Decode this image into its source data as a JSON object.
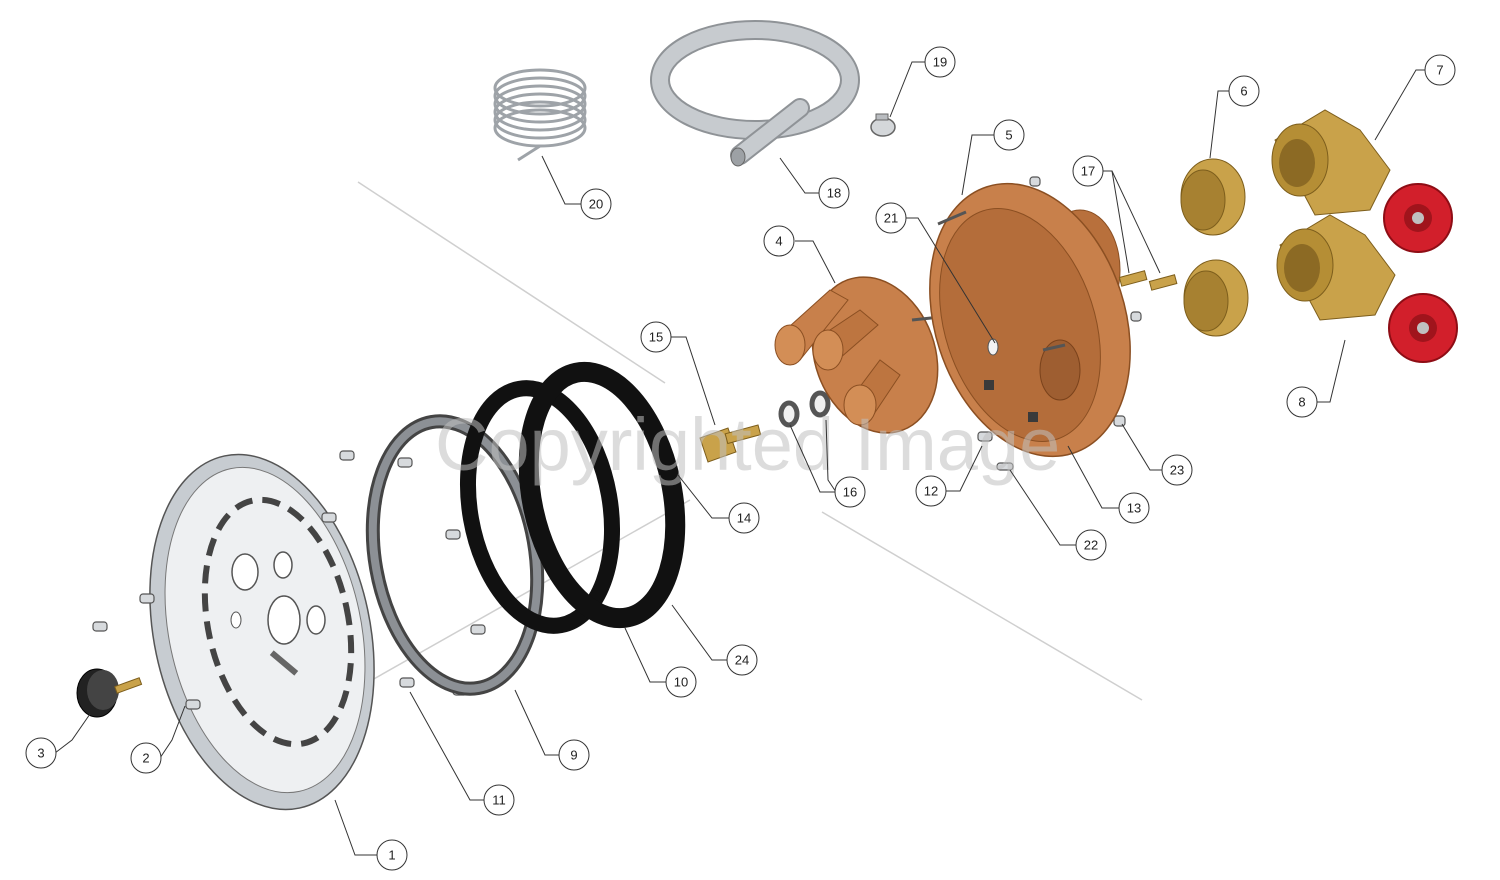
{
  "watermark": "Copyrighted Image",
  "callouts": [
    "1",
    "2",
    "3",
    "4",
    "5",
    "6",
    "7",
    "8",
    "9",
    "10",
    "11",
    "12",
    "13",
    "14",
    "15",
    "16",
    "17",
    "18",
    "19",
    "20",
    "21",
    "22",
    "23",
    "24"
  ],
  "colors": {
    "copper": "#c8804b",
    "copper_dark": "#9a5a2c",
    "brass": "#c9a24a",
    "brass_dark": "#8c6a24",
    "handwheel": "#d21f2b",
    "gasket": "#111111",
    "steel": "#d9dde2",
    "tube": "#bfc3c7"
  }
}
